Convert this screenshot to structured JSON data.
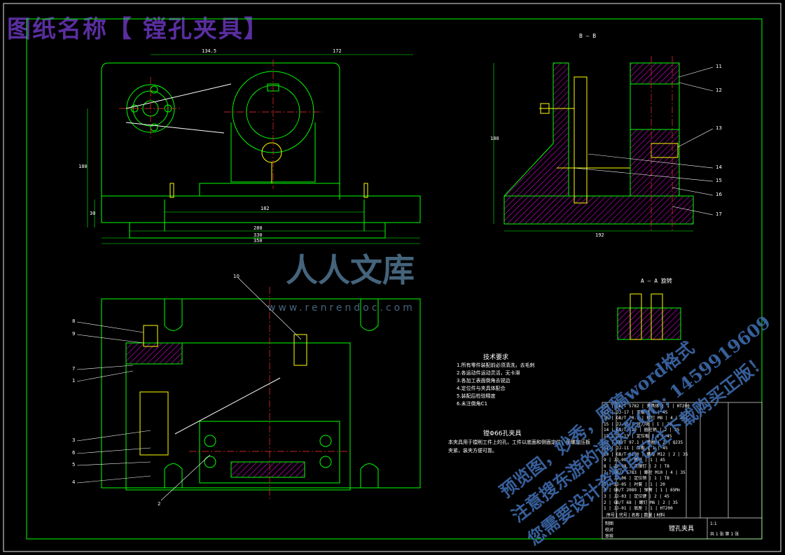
{
  "drawing": {
    "title": "图纸名称【 镗孔夹具】",
    "section_bb": "B — B",
    "section_aa": "A — A 旋转",
    "watermark_logo": "人人文库",
    "watermark_url": "www.renrendoc.com",
    "watermark_lines": [
      "预览图，妙秀，原稿word格式",
      "注意搜东游的请联系QQ: 1459919609",
      "您需要设计资料自己往下载购买正版！"
    ],
    "tech_req_title": "技术要求",
    "tech_req": [
      "1.所有零件装配前必须清洗，去毛刺",
      "2.各运动件运动灵活，无卡滞",
      "3.各加工表面倒角去锐边",
      "4.定位件与夹具体配合",
      "5.装配后检验精度",
      "6.未注倒角C1"
    ],
    "fixture_title": "镗Φ66孔夹具",
    "fixture_desc": "本夹具用于镗削工件上的孔，工件以底面和侧面定位，用螺旋压板夹紧，装夹方便可靠。",
    "balloons": [
      "8",
      "9",
      "7",
      "1",
      "3",
      "6",
      "5",
      "4",
      "2",
      "10",
      "11",
      "12",
      "13",
      "14",
      "15",
      "16",
      "17"
    ],
    "dims": {
      "top_left": "134.5",
      "top_right": "172",
      "height_left": "180",
      "small_left": "30",
      "base1": "182",
      "base2": "280",
      "base3": "330",
      "base4": "350",
      "bb_width": "192",
      "bb_height": "180"
    },
    "title_block": {
      "name": "镗孔夹具",
      "labels": [
        "制图",
        "校对",
        "审核"
      ],
      "scale": "1:1",
      "sheet": "共 1 张 第 1 张"
    },
    "bom_rows": [
      "18 | GB/T 5782 | 夹具体 | 1 | HT200",
      "17 | JJ-17 | 支板 | 1 | 45",
      "16 | GB/T 70.1 | 螺钉 M8 | 4 | 35",
      "15 | JJ-15 | 对刀块 | 1 | 20",
      "14 | GB/T 119 | 圆柱销 | 2 | 35",
      "13 | JJ-13 | 定位板 | 1 | 45",
      "12 | GB/T 97.1 | 垫圈 | 2 | Q235",
      "11 | JJ-11 | 压板 | 1 | 45",
      "10 | GB/T 6170 | 螺母 M12 | 2 | 35",
      "9 | JJ-09 | 螺杆 | 1 | 45",
      "8 | JJ-08 | 支撑钉 | 2 | T8",
      "7 | GB/T 5783 | 螺栓 M10 | 4 | 35",
      "6 | JJ-06 | 定位销 | 1 | T8",
      "5 | JJ-05 | 衬套 | 1 | 20",
      "4 | GB/T 2089 | 弹簧 | 1 | 65Mn",
      "3 | JJ-03 | 定位键 | 2 | 45",
      "2 | GB/T 68 | 螺钉 M6 | 2 | 35",
      "1 | JJ-01 | 底座 | 1 | HT200"
    ],
    "bom_header": "序号 | 代号 | 名称 | 数量 | 材料"
  }
}
